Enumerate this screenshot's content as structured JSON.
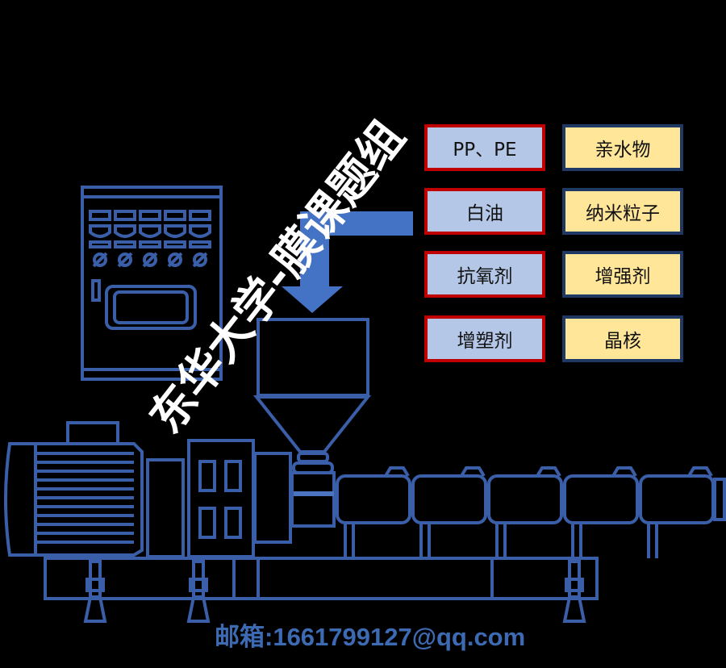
{
  "materials_left": [
    "PP、PE",
    "白油",
    "抗氧剂",
    "增塑剂"
  ],
  "materials_right": [
    "亲水物",
    "纳米粒子",
    "增强剂",
    "晶核"
  ],
  "watermark": "东华大学-膜课题组",
  "email": "邮箱:1661799127@qq.com",
  "colors": {
    "line": "#3a5fa8",
    "left_fill": "#b4c7e7",
    "left_border": "#c00000",
    "right_fill": "#ffe699",
    "right_border": "#1f3864"
  }
}
